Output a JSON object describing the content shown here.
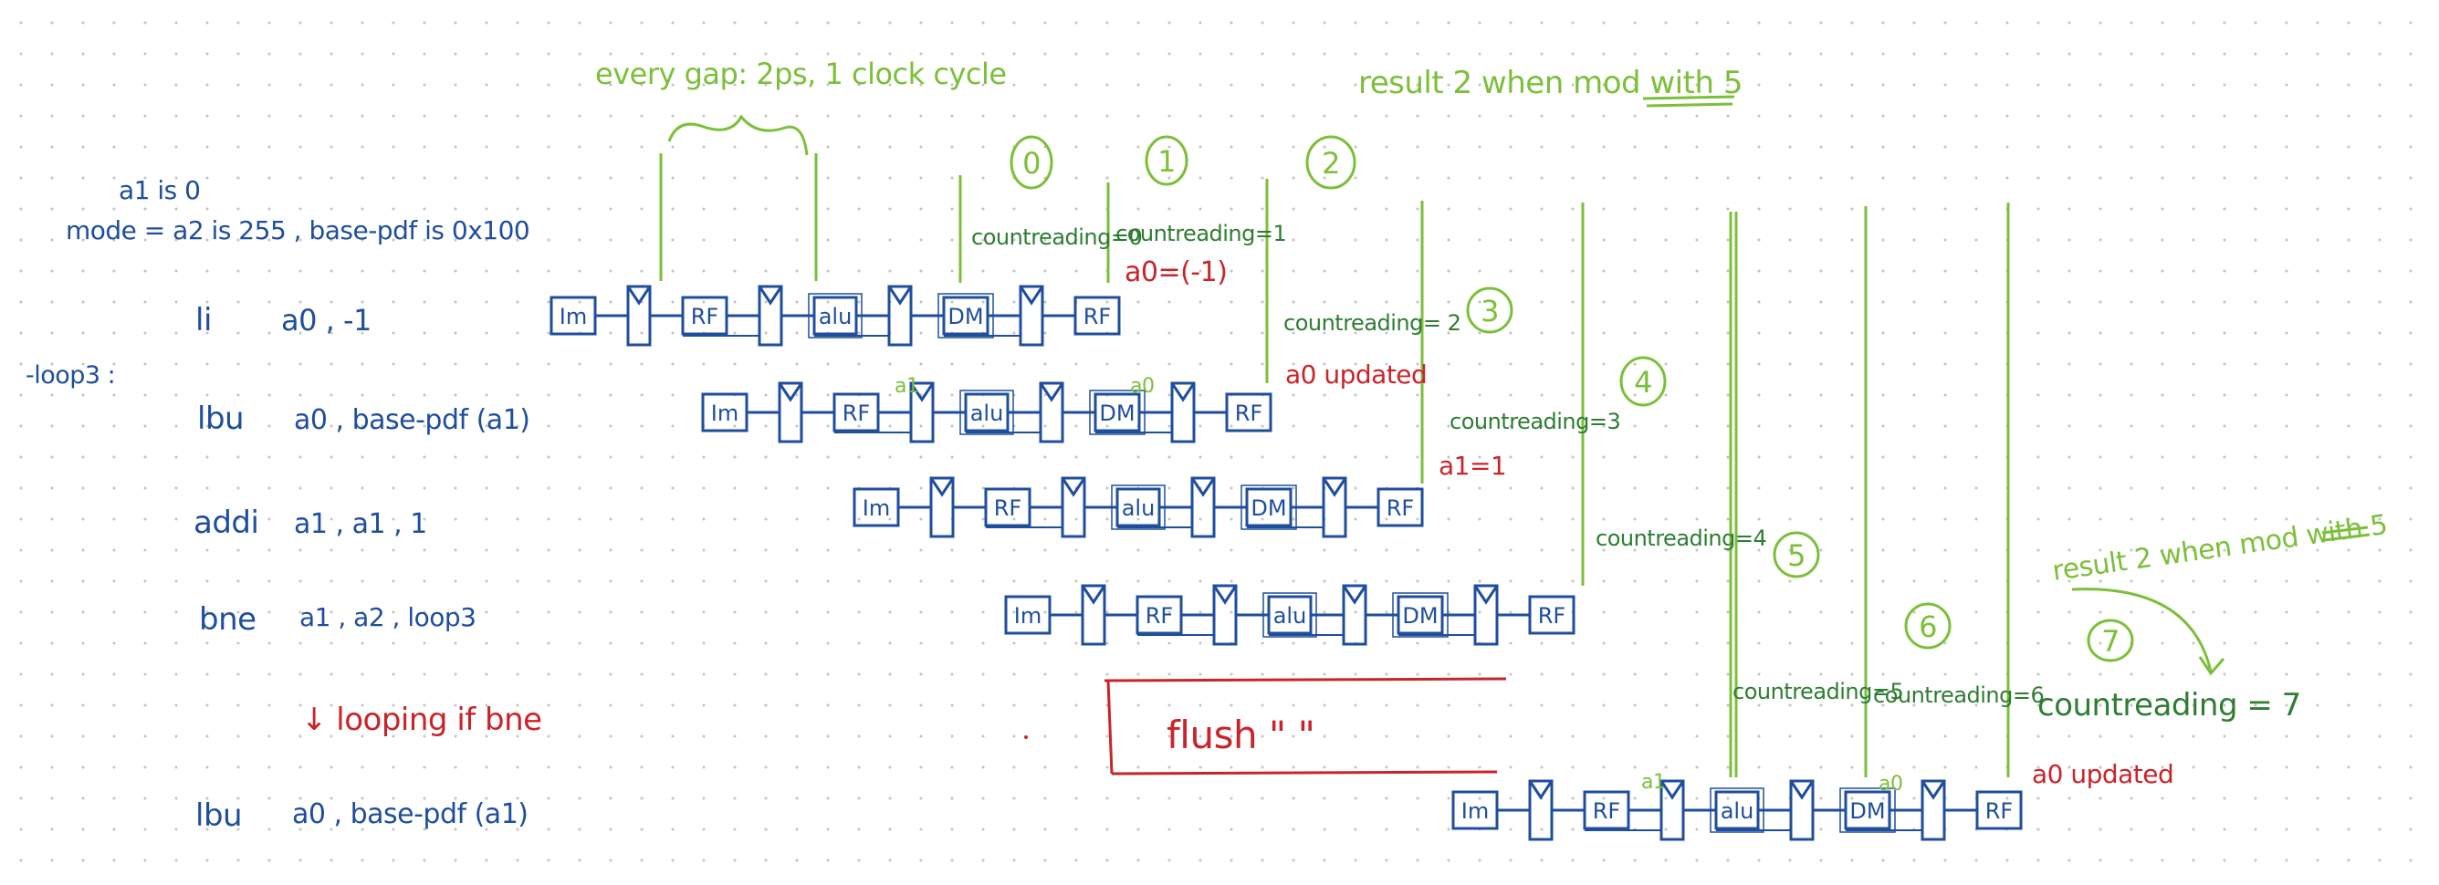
{
  "colors": {
    "blue": "#1f4e9c",
    "green": "#7cbf3a",
    "red": "#c9242a",
    "dark_green": "#2e7d32"
  },
  "header": {
    "a1_note": "a1 is 0",
    "mode_line": "mode = a2 is 255 , base-pdf is 0x100"
  },
  "code": {
    "loop_label": "-loop3 :",
    "lines": [
      {
        "op": "li",
        "args": "a0 , -1"
      },
      {
        "op": "lbu",
        "args": "a0 , base-pdf (a1)"
      },
      {
        "op": "addi",
        "args": "a1 , a1 , 1"
      },
      {
        "op": "bne",
        "args": "a1 , a2 , loop3"
      },
      {
        "op": "lbu",
        "args": "a0 , base-pdf (a1)"
      }
    ],
    "looping_note": "↓ looping if bne"
  },
  "notes": {
    "gap": "every gap: 2ps, 1 clock cycle",
    "result_top": "result 2 when mod with 5",
    "result_bottom": "result 2 when mod with 5",
    "flush": "flush \" \"",
    "count_final": "countreading = 7"
  },
  "stages": {
    "im": "Im",
    "rf": "RF",
    "alu": "alu",
    "dm": "DM"
  },
  "cycles": [
    "0",
    "1",
    "2",
    "3",
    "4",
    "5",
    "6",
    "7"
  ],
  "counts": [
    "countreading=0",
    "countreading=1",
    "countreading= 2",
    "countreading=3",
    "countreading=4",
    "countreading=5",
    "countreading=6"
  ],
  "annotations": {
    "a0_neg": "a0=(-1)",
    "a0_updated_1": "a0 updated",
    "a1_eq_1": "a1=1",
    "a0_updated_2": "a0 updated",
    "a1_small_1": "a1",
    "a0_small_1": "a0",
    "a1_small_2": "a1",
    "a0_small_2": "a0"
  }
}
